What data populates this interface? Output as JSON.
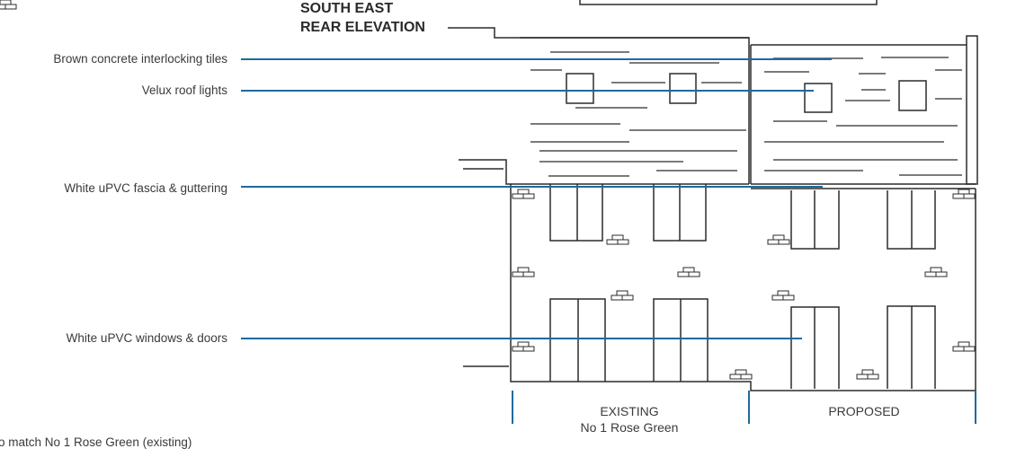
{
  "title": {
    "line1": "SOUTH EAST",
    "line2": "REAR ELEVATION"
  },
  "labels": [
    "Brown concrete interlocking tiles",
    "Velux roof lights",
    "White uPVC fascia & guttering",
    "White uPVC windows & doors"
  ],
  "sections": {
    "existing": {
      "line1": "EXISTING",
      "line2": "No 1 Rose Green"
    },
    "proposed": "PROPOSED"
  },
  "footnote": "o match No 1 Rose Green (existing)",
  "colors": {
    "leader": "#1e6a9c",
    "ink": "#2b2b2b"
  }
}
